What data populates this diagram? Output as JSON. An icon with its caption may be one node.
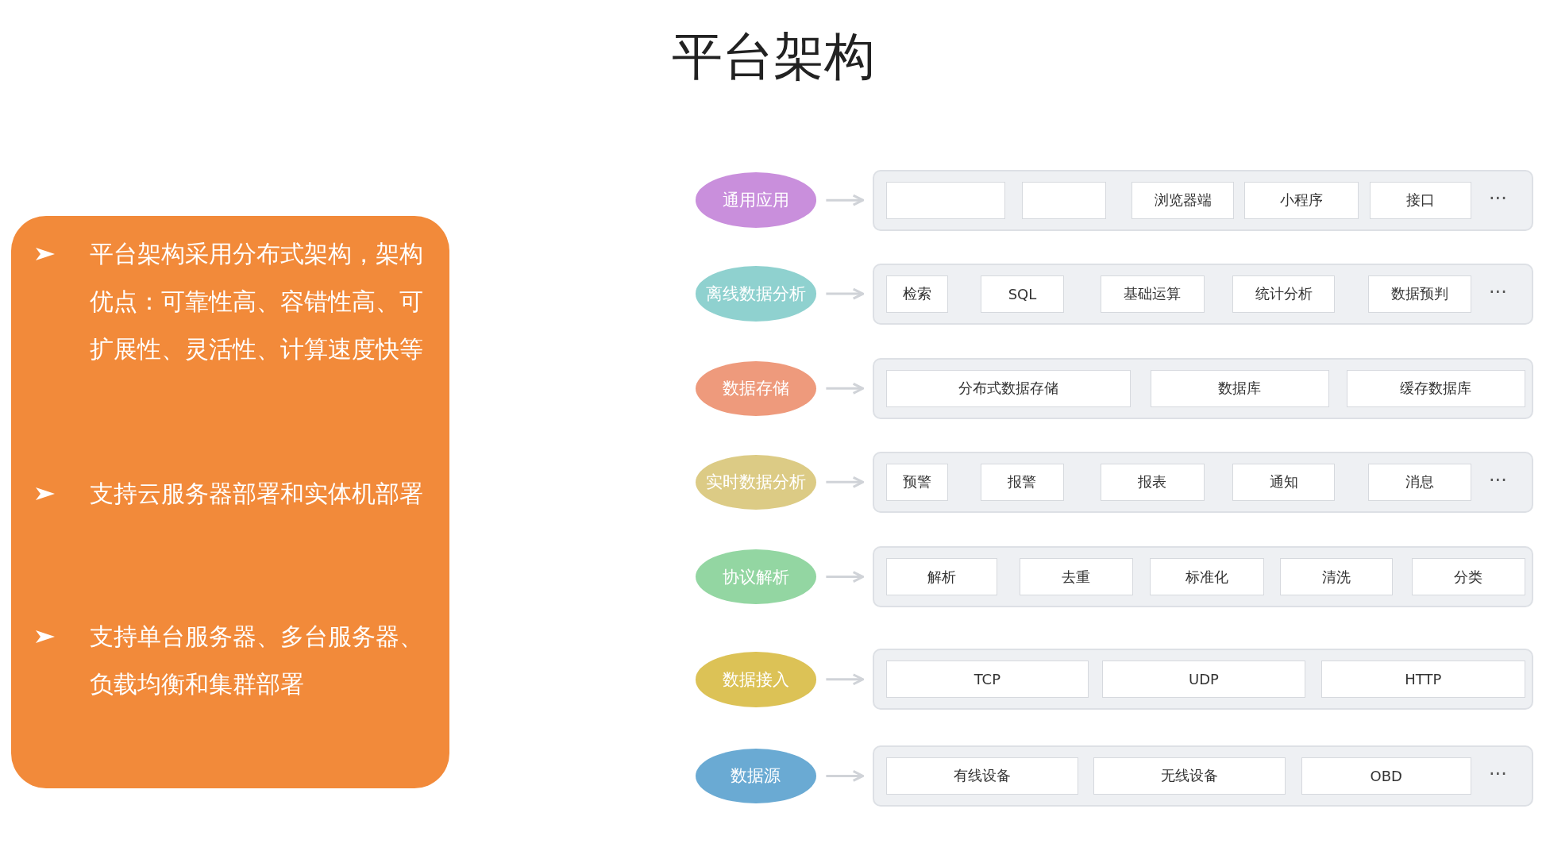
{
  "diagram": {
    "title": "平台架构",
    "nodes": [
      {
        "text": [
          "平台架构采用分布式架构，架构优点：可靠性高、容错性高、可扩展性、灵活性、计算速度快等",
          "支持云服务器部署和实体机部署",
          "支持单台服务器、多台服务器、负载均衡和集群部署"
        ]
      },
      {
        "text": [
          "通用应用"
        ]
      },
      {
        "text": [],
        "shape": "box"
      },
      {
        "text": [],
        "shape": "box",
        "in": 2
      },
      {
        "text": [],
        "shape": "box",
        "in": 2
      },
      {
        "text": [
          "浏览器端"
        ],
        "in": 2
      },
      {
        "text": [
          "小程序"
        ],
        "in": 2
      },
      {
        "text": [
          "接口"
        ],
        "in": 2
      },
      {
        "text": [
          "离线数据分析"
        ]
      },
      {
        "text": [],
        "shape": "box"
      },
      {
        "text": [
          "检索"
        ],
        "in": 9
      },
      {
        "text": [
          "SQL"
        ],
        "in": 9
      },
      {
        "text": [
          "基础运算"
        ],
        "in": 9
      },
      {
        "text": [
          "统计分析"
        ],
        "in": 9
      },
      {
        "text": [
          "数据预判"
        ],
        "in": 9
      },
      {
        "text": [
          "数据存储"
        ]
      },
      {
        "text": [],
        "shape": "box"
      },
      {
        "text": [
          "分布式数据存储"
        ],
        "in": 16
      },
      {
        "text": [
          "数据库"
        ],
        "in": 16
      },
      {
        "text": [
          "缓存数据库"
        ],
        "in": 16
      },
      {
        "text": [
          "实时数据分析"
        ]
      },
      {
        "text": [],
        "shape": "box"
      },
      {
        "text": [
          "预警"
        ],
        "in": 21
      },
      {
        "text": [
          "报警"
        ],
        "in": 21
      },
      {
        "text": [
          "报表"
        ],
        "in": 21
      },
      {
        "text": [
          "通知"
        ],
        "in": 21
      },
      {
        "text": [
          "消息"
        ],
        "in": 21
      },
      {
        "text": [
          "协议解析"
        ]
      },
      {
        "text": [],
        "shape": "box"
      },
      {
        "text": [
          "解析"
        ],
        "in": 28
      },
      {
        "text": [
          "去重"
        ],
        "in": 28
      },
      {
        "text": [
          "标准化"
        ],
        "in": 28
      },
      {
        "text": [
          "清洗"
        ],
        "in": 28
      },
      {
        "text": [
          "分类"
        ],
        "in": 28
      },
      {
        "text": [
          "数据接入"
        ]
      },
      {
        "text": [],
        "shape": "box"
      },
      {
        "text": [
          "TCP"
        ],
        "in": 35
      },
      {
        "text": [
          "UDP"
        ],
        "in": 35
      },
      {
        "text": [
          "HTTP"
        ],
        "in": 35
      },
      {
        "text": [
          "数据源"
        ]
      },
      {
        "text": [],
        "shape": "box"
      },
      {
        "text": [
          "有线设备"
        ],
        "in": 40
      },
      {
        "text": [
          "无线设备"
        ],
        "in": 40
      },
      {
        "text": [
          "OBD"
        ],
        "in": 40
      }
    ],
    "edges": [
      {
        "from": 1,
        "to": 2,
        "arrow": "to"
      },
      {
        "from": 8,
        "to": 9,
        "arrow": "to"
      },
      {
        "from": 15,
        "to": 16,
        "arrow": "to"
      },
      {
        "from": 20,
        "to": 21,
        "arrow": "to"
      },
      {
        "from": 27,
        "to": 28,
        "arrow": "to"
      },
      {
        "from": 34,
        "to": 35,
        "arrow": "to"
      },
      {
        "from": 39,
        "to": 40,
        "arrow": "to"
      }
    ],
    "labels": [
      "···",
      "···",
      "···",
      "···"
    ]
  }
}
